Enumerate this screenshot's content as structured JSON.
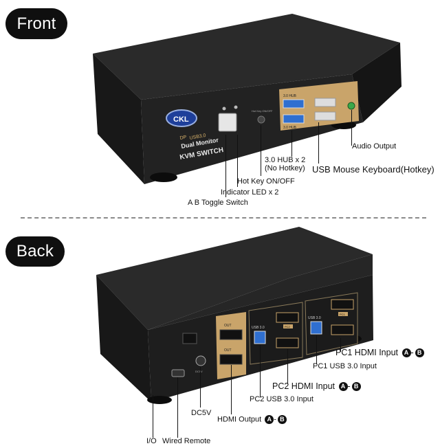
{
  "sections": {
    "front": "Front",
    "back": "Back"
  },
  "device": {
    "brand_logo": "CKL",
    "model_lines": [
      "DP",
      "USB3.0",
      "Dual Monitor",
      "KVM SWITCH"
    ],
    "front_port_labels": [
      "3.0 HUB",
      "3.0 HUB",
      "Hot Key ON/OFF"
    ],
    "back_port_labels": [
      "USB 3.0",
      "USB 3.0",
      "OUT",
      "OUT",
      "PC2",
      "PC1",
      "DC5V"
    ]
  },
  "front_callouts": {
    "audio_output": "Audio Output",
    "hub_line1": "3.0 HUB x 2",
    "hub_line2": "(No Hotkey)",
    "usb_mouse_keyboard": "USB Mouse Keyboard(Hotkey)",
    "hot_key": "Hot Key ON/OFF",
    "indicator_led": "Indicator LED x 2",
    "ab_toggle": "A B Toggle Switch"
  },
  "back_callouts": {
    "pc1_hdmi": "PC1 HDMI Input",
    "pc1_usb": "PC1 USB 3.0 Input",
    "pc2_hdmi": "PC2 HDMI Input",
    "pc2_usb": "PC2 USB 3.0 Input",
    "hdmi_output": "HDMI Output",
    "dc5v": "DC5V",
    "io": "I/O",
    "wired_remote": "Wired Remote",
    "badge_a": "A",
    "badge_b": "B",
    "dash": "-"
  },
  "colors": {
    "pill_bg": "#0f0f0f",
    "chassis": "#1e1e1e",
    "gold_panel": "#c9a46a",
    "usb_blue": "#2f6fd0",
    "audio_green": "#3aa84a"
  }
}
